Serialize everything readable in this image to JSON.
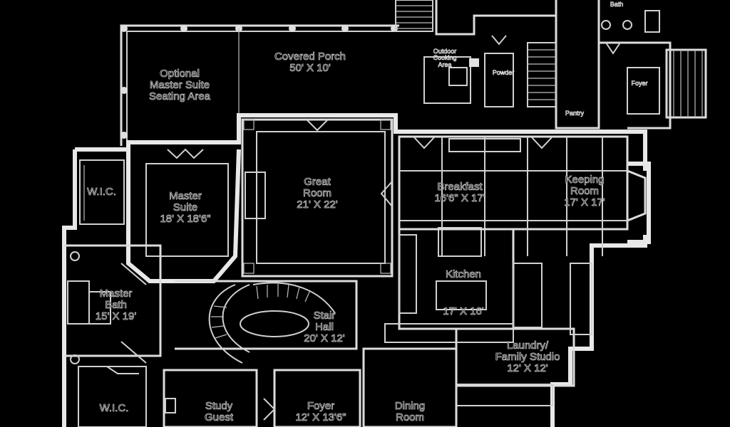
{
  "colors": {
    "background": "#000000",
    "linework": "#e8e8e8"
  },
  "rooms": [
    {
      "id": "covered-porch",
      "lines": [
        "Covered Porch",
        "50' X 10'"
      ]
    },
    {
      "id": "optional-seating",
      "lines": [
        "Optional",
        "Master Suite",
        "Seating Area"
      ]
    },
    {
      "id": "great-room",
      "lines": [
        "Great",
        "Room",
        "21' X 22'"
      ]
    },
    {
      "id": "master-suite",
      "lines": [
        "Master",
        "Suite",
        "18' X 18'6\""
      ]
    },
    {
      "id": "breakfast",
      "lines": [
        "Breakfast",
        "16'6\" X 17'"
      ]
    },
    {
      "id": "keeping-room",
      "lines": [
        "Keeping",
        "Room",
        "17' X 17'"
      ]
    },
    {
      "id": "wic-top",
      "lines": [
        "W.I.C."
      ]
    },
    {
      "id": "master-bath",
      "lines": [
        "Master",
        "Bath",
        "15' X 19'"
      ]
    },
    {
      "id": "kitchen",
      "lines": [
        "Kitchen",
        "17' X 16'"
      ]
    },
    {
      "id": "stair-hall",
      "lines": [
        "Stair",
        "Hall",
        "20' X 12'"
      ]
    },
    {
      "id": "laundry",
      "lines": [
        "Laundry/",
        "Family Studio",
        "12' X 12'"
      ]
    },
    {
      "id": "wic-bottom",
      "lines": [
        "W.I.C."
      ]
    },
    {
      "id": "study",
      "lines": [
        "Study",
        "Guest"
      ]
    },
    {
      "id": "foyer",
      "lines": [
        "Foyer",
        "12' X 13'6\""
      ]
    },
    {
      "id": "dining",
      "lines": [
        "Dining",
        "Room"
      ]
    },
    {
      "id": "outdoor-cooking",
      "lines": [
        "Outdoor",
        "Cooking",
        "Area"
      ]
    },
    {
      "id": "powder",
      "lines": [
        "Powder"
      ]
    },
    {
      "id": "bath",
      "lines": [
        "Bath"
      ]
    },
    {
      "id": "foyer-small",
      "lines": [
        "Foyer"
      ]
    },
    {
      "id": "pantry",
      "lines": [
        "Pantry"
      ]
    }
  ]
}
